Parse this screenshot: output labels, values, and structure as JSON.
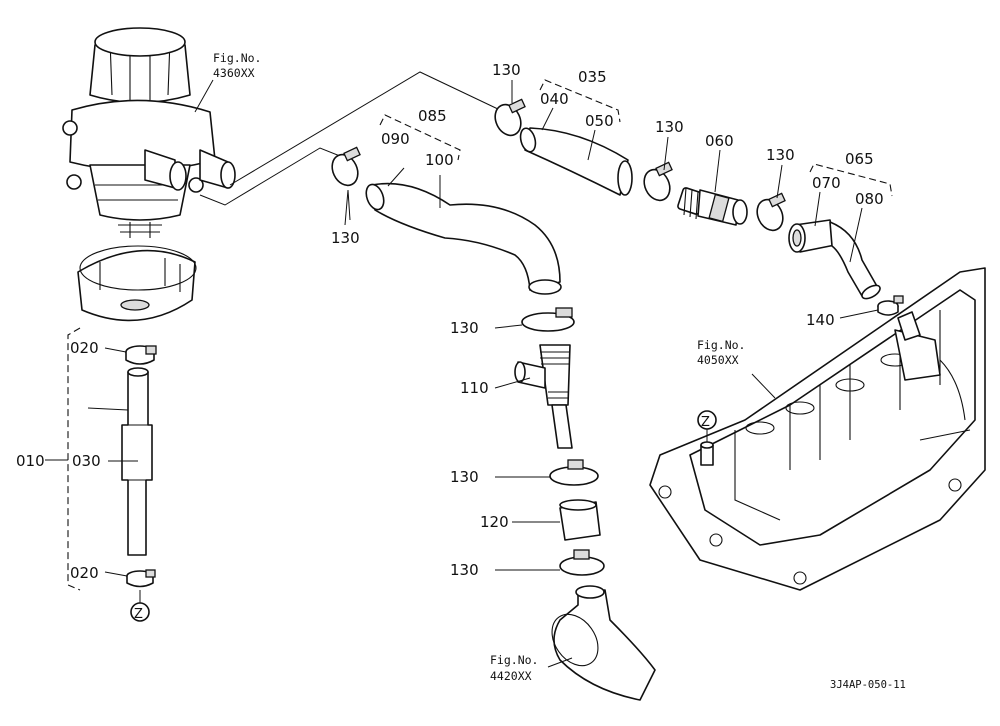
{
  "fig_refs": {
    "air_cleaner": {
      "line1": "Fig.No.",
      "line2": "4360XX"
    },
    "cylinder_head": {
      "line1": "Fig.No.",
      "line2": "4050XX"
    },
    "intake": {
      "line1": "Fig.No.",
      "line2": "4420XX"
    }
  },
  "labels": {
    "p010": "010",
    "p020a": "020",
    "p020b": "020",
    "p030": "030",
    "p035": "035",
    "p040": "040",
    "p050": "050",
    "p060": "060",
    "p065": "065",
    "p070": "070",
    "p080": "080",
    "p085": "085",
    "p090": "090",
    "p100": "100",
    "p110": "110",
    "p120": "120",
    "p130_1": "130",
    "p130_2": "130",
    "p130_3": "130",
    "p130_4": "130",
    "p130_5": "130",
    "p130_6": "130",
    "p130_7": "130",
    "p140": "140"
  },
  "connectors": {
    "z_left": "Z",
    "z_right": "Z"
  },
  "diagram_code": "3J4AP-050-11"
}
